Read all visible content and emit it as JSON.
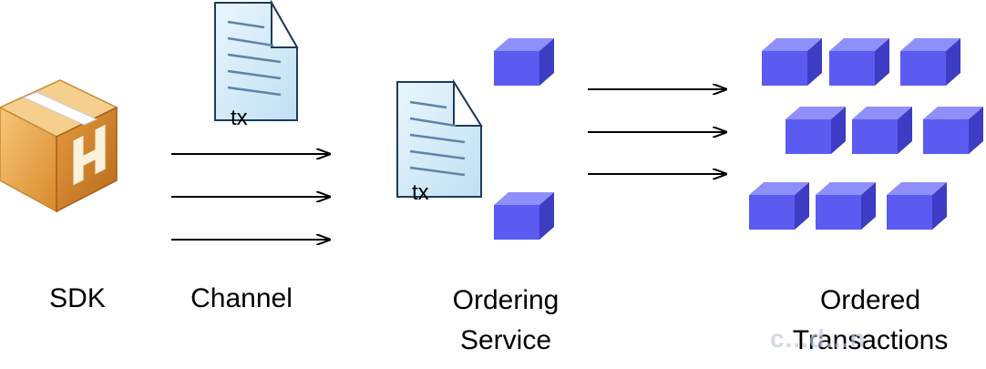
{
  "labels": {
    "sdk": "SDK",
    "channel": "Channel",
    "ordering_service_line1": "Ordering",
    "ordering_service_line2": "Service",
    "ordered_transactions_line1": "Ordered",
    "ordered_transactions_line2": "Transactions"
  },
  "tx_labels": [
    "tx",
    "tx"
  ],
  "watermark": "c...d...n",
  "colors": {
    "block_front": "#5b5bf2",
    "block_top": "#8f8ff9",
    "block_side": "#3c3cc4",
    "document": "#d6ecf8",
    "package": "#f0a64a"
  },
  "icons": [
    "package-icon",
    "document-icon",
    "block-icon",
    "arrow-icon"
  ]
}
